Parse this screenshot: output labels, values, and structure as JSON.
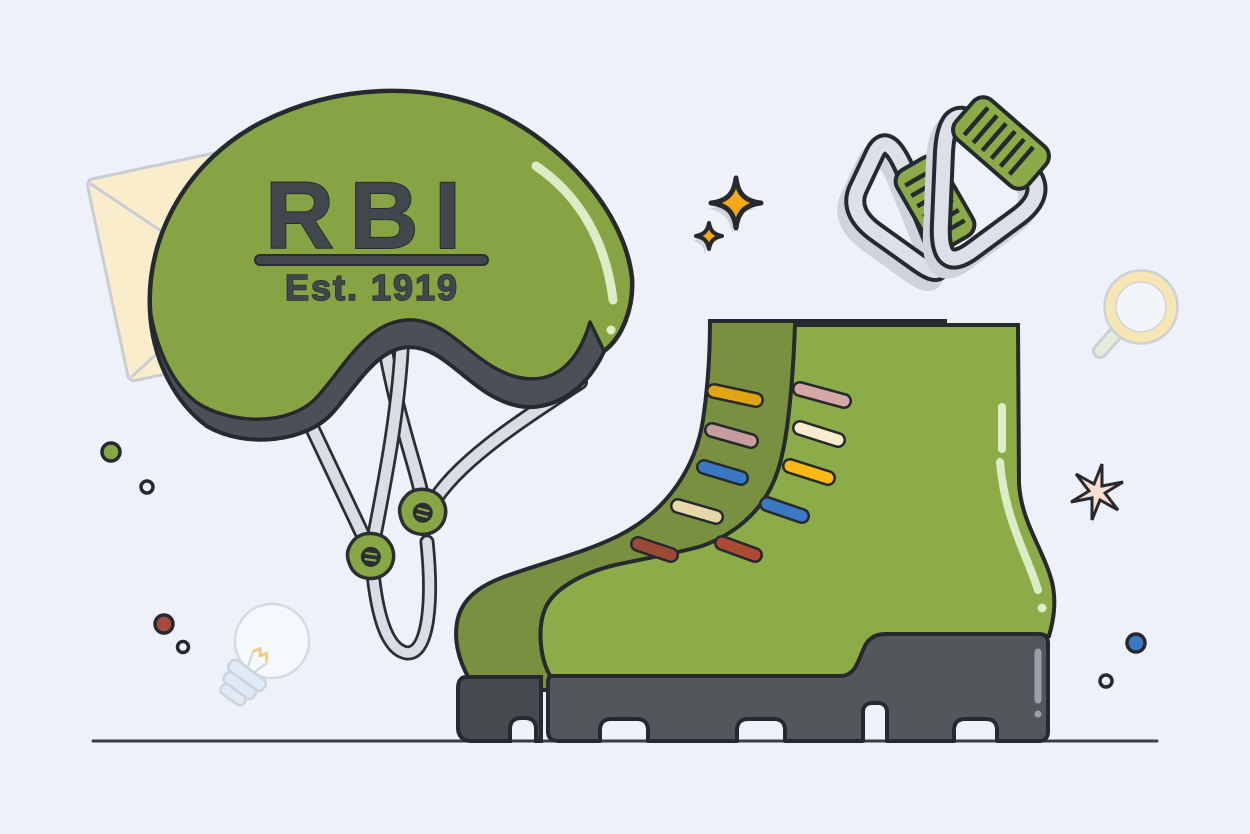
{
  "scene": {
    "description": "Flat illustration of outdoor gear: climbing helmet with RBI logo, hiking boots with colorful laces, interlocked carabiners, and decorative doodads",
    "background": "#eef2f8",
    "outline": "#26292e",
    "ground_line_color": "#3a3f45",
    "shadow_color": "#ced4dc"
  },
  "helmet": {
    "brand": "RBI",
    "established": "Est. 1919",
    "shell_color": "#86a443",
    "rim_color": "#4a5055",
    "text_color": "#41474d",
    "strap_color": "#d9dee3",
    "buckle_color": "#87a644",
    "highlight_color": "#dcecc6"
  },
  "boots": {
    "front_color": "#8cab49",
    "rear_color": "#78903f",
    "sole_front_color": "#53575c",
    "sole_rear_color": "#46494e",
    "sole_highlight": "#9aa0a6",
    "laces_rear": [
      "#dfa514",
      "#c69c9c",
      "#3b78c3",
      "#e8d7a8",
      "#9c4a38"
    ],
    "laces_front": [
      "#d4a8a6",
      "#faeccc",
      "#fdb813",
      "#3b78c3",
      "#ad4a33"
    ]
  },
  "carabiners": {
    "body_color": "#dde1e7",
    "sleeve_color": "#8aab47"
  },
  "decorations": {
    "envelope_fill": "#f9edcc",
    "envelope_line": "#c9cdd4",
    "sparkle_fill": "#f5a71b",
    "magnifier_ring": "#f6e6b4",
    "magnifier_handle": "#e4ecda",
    "magnifier_edge": "#cbd1d8",
    "magnifier_lens": "#f2f5f9",
    "starburst_fill": "#f8ddd0",
    "lightbulb_glass": "#f6f9fc",
    "lightbulb_base": "#e0e9f6",
    "lightbulb_line": "#d6dbe2",
    "lightbulb_filament": "#eccf86",
    "dot_green": "#87a644",
    "dot_red": "#a64a3c",
    "dot_blue": "#3b78c3"
  }
}
